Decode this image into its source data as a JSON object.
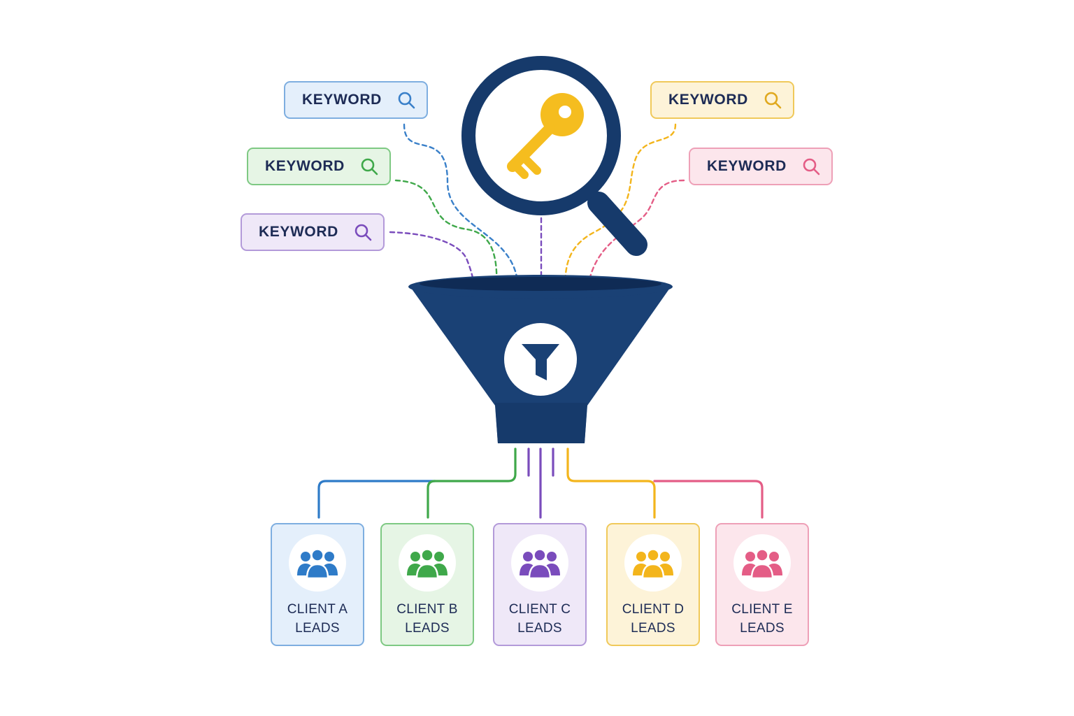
{
  "colors": {
    "navy": "#1a4175",
    "navy_dark": "#163a6b",
    "key": "#f5bd1f",
    "blue": "#2e7bc8",
    "green": "#3fa84a",
    "purple": "#7a4cbc",
    "yellow": "#f3b51c",
    "pink": "#e45d86"
  },
  "keywords": [
    {
      "label": "KEYWORD",
      "accent": "#3a80c9",
      "bg": "#e4effb",
      "border": "#7eaee0"
    },
    {
      "label": "KEYWORD",
      "accent": "#3fa84a",
      "bg": "#e6f5e5",
      "border": "#7ec983"
    },
    {
      "label": "KEYWORD",
      "accent": "#7a4cbc",
      "bg": "#efe8f8",
      "border": "#b39ad9"
    },
    {
      "label": "KEYWORD",
      "accent": "#e0a91f",
      "bg": "#fdf3d8",
      "border": "#f0c95a"
    },
    {
      "label": "KEYWORD",
      "accent": "#e45d86",
      "bg": "#fce6ec",
      "border": "#eea0b7"
    }
  ],
  "icons": {
    "keyword_search": "search-icon",
    "magnifier": "magnifying-glass-icon",
    "key": "key-icon",
    "funnel": "funnel-icon",
    "filter": "filter-icon",
    "clients": "user-group-icon"
  },
  "clients": [
    {
      "line1": "CLIENT A",
      "line2": "LEADS",
      "accent": "#2e7bc8",
      "bg": "#e4effb",
      "border": "#7eaee0"
    },
    {
      "line1": "CLIENT B",
      "line2": "LEADS",
      "accent": "#3fa84a",
      "bg": "#e6f5e5",
      "border": "#7ec983"
    },
    {
      "line1": "CLIENT C",
      "line2": "LEADS",
      "accent": "#7a4cbc",
      "bg": "#efe8f8",
      "border": "#b39ad9"
    },
    {
      "line1": "CLIENT D",
      "line2": "LEADS",
      "accent": "#f3b51c",
      "bg": "#fdf3d8",
      "border": "#f0c95a"
    },
    {
      "line1": "CLIENT E",
      "line2": "LEADS",
      "accent": "#e45d86",
      "bg": "#fce6ec",
      "border": "#eea0b7"
    }
  ]
}
